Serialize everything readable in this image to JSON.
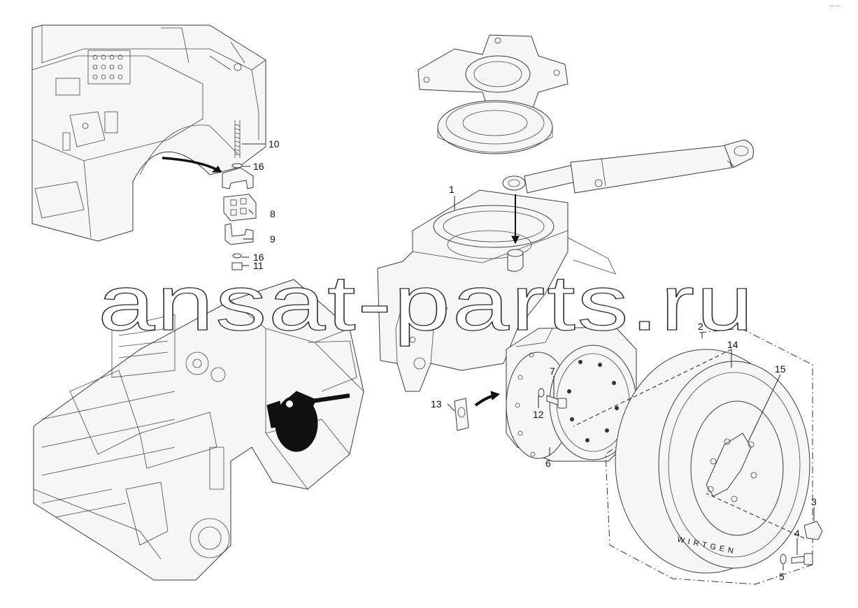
{
  "watermark": "ansat-parts.ru",
  "corner_mark": "— —",
  "callouts": [
    {
      "id": "c1",
      "text": "1"
    },
    {
      "id": "c2",
      "text": "2"
    },
    {
      "id": "c3",
      "text": "3"
    },
    {
      "id": "c4",
      "text": "4"
    },
    {
      "id": "c5",
      "text": "5"
    },
    {
      "id": "c6",
      "text": "6"
    },
    {
      "id": "c7",
      "text": "7"
    },
    {
      "id": "c8",
      "text": "8"
    },
    {
      "id": "c9",
      "text": "9"
    },
    {
      "id": "c10",
      "text": "10"
    },
    {
      "id": "c11",
      "text": "11"
    },
    {
      "id": "c12",
      "text": "12"
    },
    {
      "id": "c13",
      "text": "13"
    },
    {
      "id": "c14",
      "text": "14"
    },
    {
      "id": "c15",
      "text": "15"
    },
    {
      "id": "c16a",
      "text": "16"
    },
    {
      "id": "c16b",
      "text": "16"
    }
  ],
  "tire_brand": "WIRTGEN",
  "icons": [
    "arrow-icon",
    "bolt-icon",
    "wheel-icon",
    "machine-icon"
  ]
}
